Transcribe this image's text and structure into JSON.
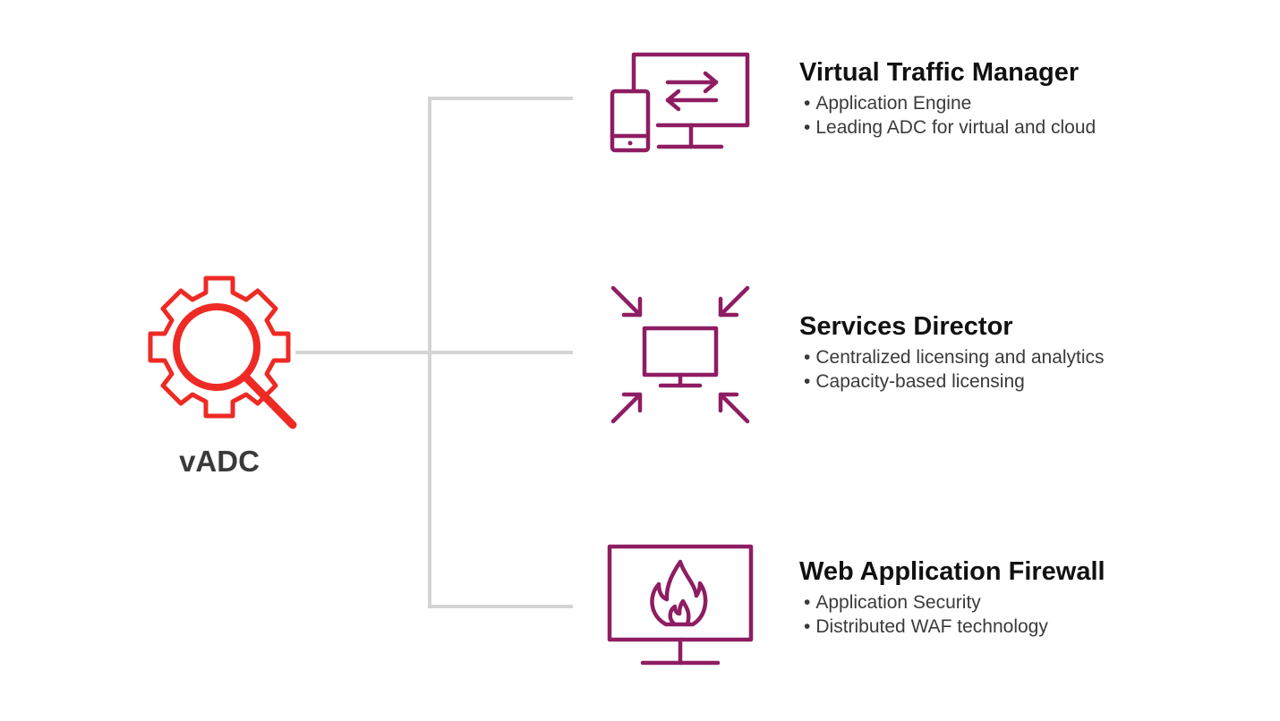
{
  "root": {
    "label": "vADC",
    "icon": "gear-magnifier-icon",
    "color": "#ee2a24"
  },
  "connector_color": "#d4d4d4",
  "node_color": "#8e1d62",
  "nodes": [
    {
      "title": "Virtual Traffic Manager",
      "icon": "devices-transfer-icon",
      "bullets": [
        "Application Engine",
        "Leading ADC for virtual and cloud"
      ]
    },
    {
      "title": "Services Director",
      "icon": "monitor-arrows-in-icon",
      "bullets": [
        "Centralized licensing and analytics",
        "Capacity-based licensing"
      ]
    },
    {
      "title": "Web Application Firewall",
      "icon": "monitor-fire-icon",
      "bullets": [
        "Application Security",
        "Distributed WAF technology"
      ]
    }
  ]
}
